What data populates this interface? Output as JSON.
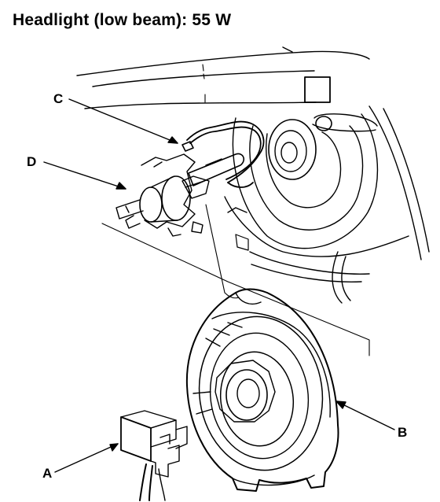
{
  "title": "Headlight (low beam):  55 W",
  "callouts": {
    "a": "A",
    "b": "B",
    "c": "C",
    "d": "D"
  },
  "colors": {
    "ink": "#000000",
    "paper": "#ffffff"
  }
}
